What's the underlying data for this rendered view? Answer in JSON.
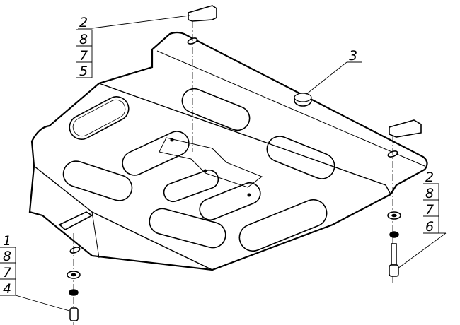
{
  "callouts": [
    {
      "id": "top-left",
      "items": [
        "2",
        "8",
        "7",
        "5"
      ]
    },
    {
      "id": "plug",
      "items": [
        "3"
      ]
    },
    {
      "id": "right",
      "items": [
        "2",
        "8",
        "7",
        "6"
      ]
    },
    {
      "id": "bottom-left",
      "items": [
        "1",
        "8",
        "7",
        "4"
      ]
    }
  ]
}
